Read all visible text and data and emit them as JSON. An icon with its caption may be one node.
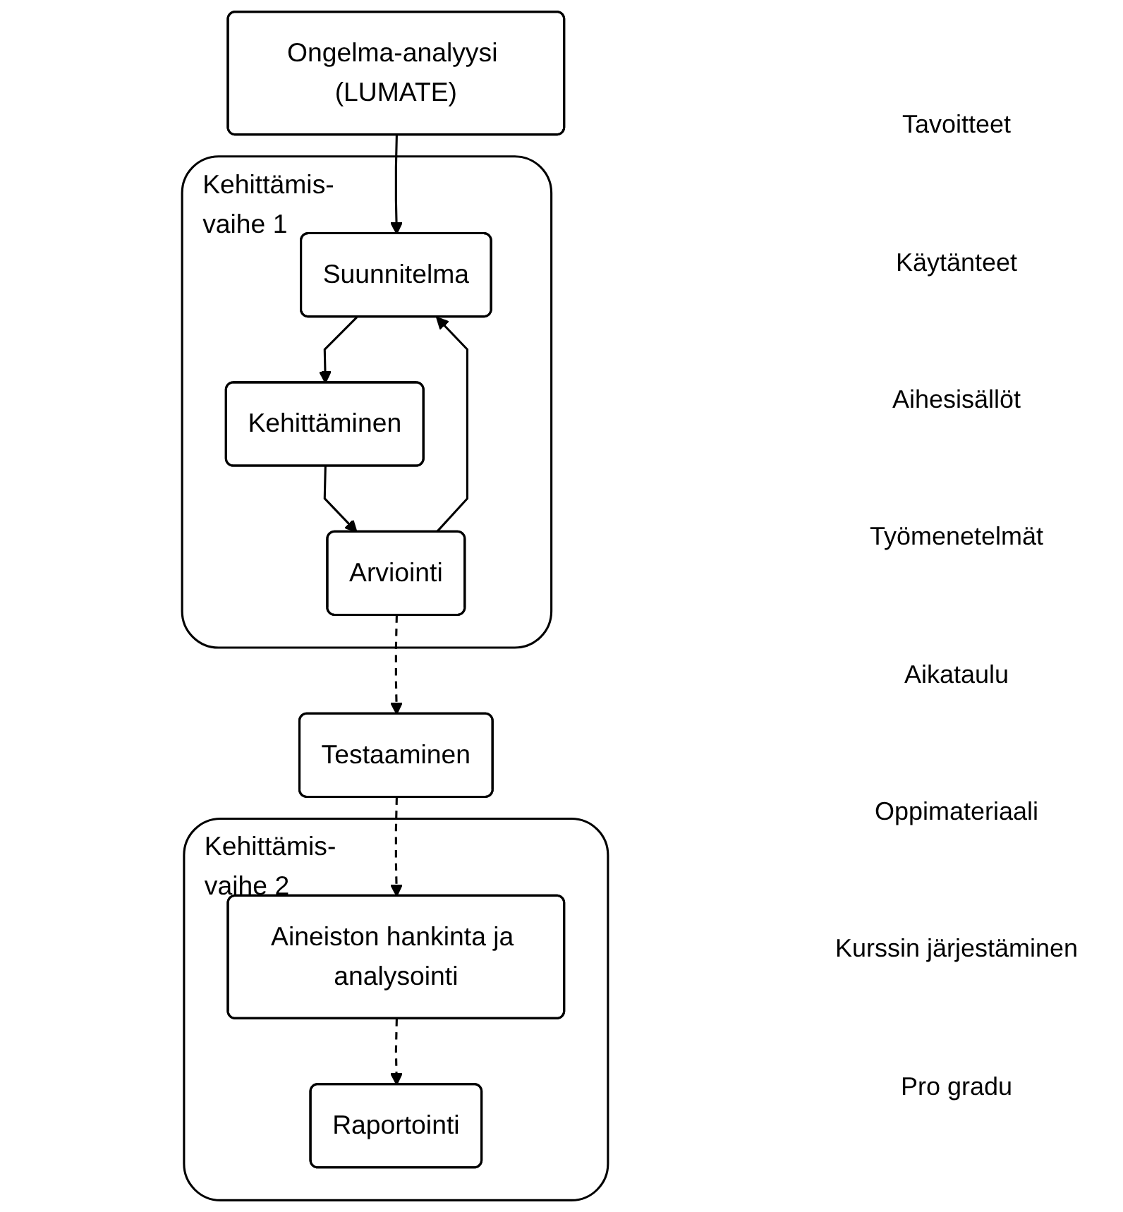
{
  "diagram": {
    "nodes": [
      {
        "text": [
          "Ongelma-analyysi (LUMATE)"
        ]
      },
      {
        "text": [
          "Kehittämis- vaihe 1"
        ]
      },
      {
        "text": [
          "Suunnitelma"
        ],
        "in": 1
      },
      {
        "text": [
          "Arviointi"
        ],
        "in": 1
      },
      {
        "text": [
          "Kehittäminen"
        ],
        "in": 1
      },
      {
        "text": [
          "Testaaminen"
        ]
      },
      {
        "text": [
          "Kehittämis- vaihe 2"
        ]
      },
      {
        "text": [
          "Aineiston hankinta ja analysointi"
        ],
        "in": 6
      },
      {
        "text": [
          "Raportointi"
        ],
        "in": 6
      }
    ],
    "edges": [
      {
        "from": 0,
        "to": 2,
        "arrow": "to"
      },
      {
        "from": 2,
        "to": 4,
        "arrow": "to"
      },
      {
        "from": 4,
        "to": 3,
        "arrow": "to"
      },
      {
        "from": 3,
        "to": 2,
        "arrow": "to"
      },
      {
        "from": 3,
        "to": 5,
        "arrow": "to",
        "style": "dashed"
      },
      {
        "from": 5,
        "to": 7,
        "arrow": "to",
        "style": "dashed"
      },
      {
        "from": 7,
        "to": 8,
        "arrow": "to",
        "style": "dashed"
      }
    ],
    "labels": [
      "Tavoitteet",
      "Käytänteet",
      "Aihesisällöt",
      "Työmenetelmät",
      "Aikataulu",
      "Oppimateriaali",
      "Kurssin järjestäminen",
      "Pro gradu"
    ]
  }
}
